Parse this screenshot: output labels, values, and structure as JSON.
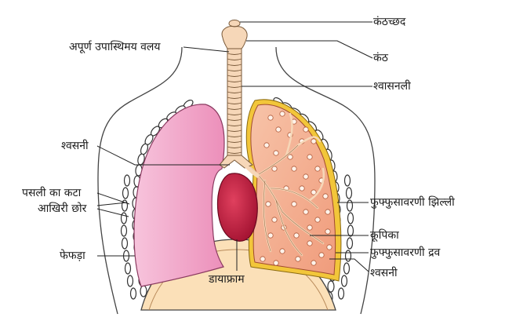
{
  "labels": {
    "epiglottis": "कंठच्छद",
    "incomplete_rings": "अपूर्ण उपास्थिमय वलय",
    "larynx": "कंठ",
    "trachea": "श्वासनली",
    "bronchus": "श्वसनी",
    "cut_rib_end_line1": "पसली का कटा",
    "cut_rib_end_line2": "आखिरी छोर",
    "pleural_membrane": "फुफ्फुसावरणी झिल्ली",
    "alveoli": "कूपिका",
    "lung": "फेफड़ा",
    "pleural_fluid": "फुफ्फुसावरणी द्रव",
    "bronchiole": "श्वसनी",
    "diaphragm": "डायाफ्राम"
  },
  "colors": {
    "lung_left": "#f2a7c8",
    "lung_right": "#f5b49a",
    "heart": "#c0193f",
    "pleura": "#f2c63a",
    "diaphragm": "#fbe0b8",
    "trachea": "#f6d7b8",
    "leader": "#222222"
  }
}
